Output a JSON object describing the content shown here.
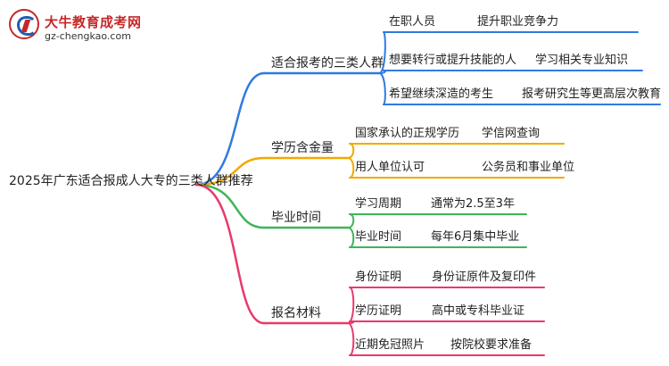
{
  "logo": {
    "title": "大牛教育成考网",
    "url": "gz-chengkao.com"
  },
  "mindmap": {
    "root": "2025年广东适合报成人大专的三类人群推荐",
    "branches": [
      {
        "label": "适合报考的三类人群",
        "color": "#2f7be0",
        "children": [
          {
            "label": "在职人员",
            "detail": "提升职业竞争力"
          },
          {
            "label": "想要转行或提升技能的人",
            "detail": "学习相关专业知识"
          },
          {
            "label": "希望继续深造的考生",
            "detail": "报考研究生等更高层次教育"
          }
        ]
      },
      {
        "label": "学历含金量",
        "color": "#f2a900",
        "children": [
          {
            "label": "国家承认的正规学历",
            "detail": "学信网查询"
          },
          {
            "label": "用人单位认可",
            "detail": "公务员和事业单位"
          }
        ]
      },
      {
        "label": "毕业时间",
        "color": "#3fb558",
        "children": [
          {
            "label": "学习周期",
            "detail": "通常为2.5至3年"
          },
          {
            "label": "毕业时间",
            "detail": "每年6月集中毕业"
          }
        ]
      },
      {
        "label": "报名材料",
        "color": "#e83a6c",
        "children": [
          {
            "label": "身份证明",
            "detail": "身份证原件及复印件"
          },
          {
            "label": "学历证明",
            "detail": "高中或专科毕业证"
          },
          {
            "label": "近期免冠照片",
            "detail": "按院校要求准备"
          }
        ]
      }
    ]
  }
}
